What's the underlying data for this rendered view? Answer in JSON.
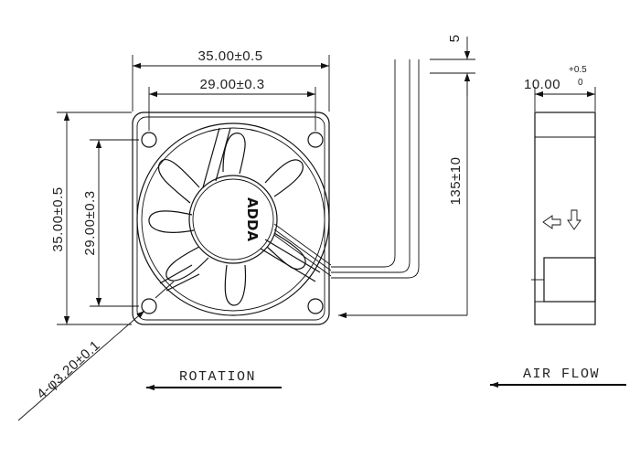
{
  "dimensions": {
    "overall_width": "35.00±0.5",
    "hole_spacing_width": "29.00±0.3",
    "overall_height": "35.00±0.5",
    "hole_spacing_height": "29.00±0.3",
    "lead_length": "135±10",
    "lead_strip": "5",
    "hole_callout": "4-φ3.20±0.1",
    "thickness_base": "10.00",
    "thickness_upper_tol": "+0.5",
    "thickness_lower_tol": "0"
  },
  "logo": "ADDA",
  "labels": {
    "rotation": "ROTATION",
    "airflow": "AIR FLOW"
  }
}
